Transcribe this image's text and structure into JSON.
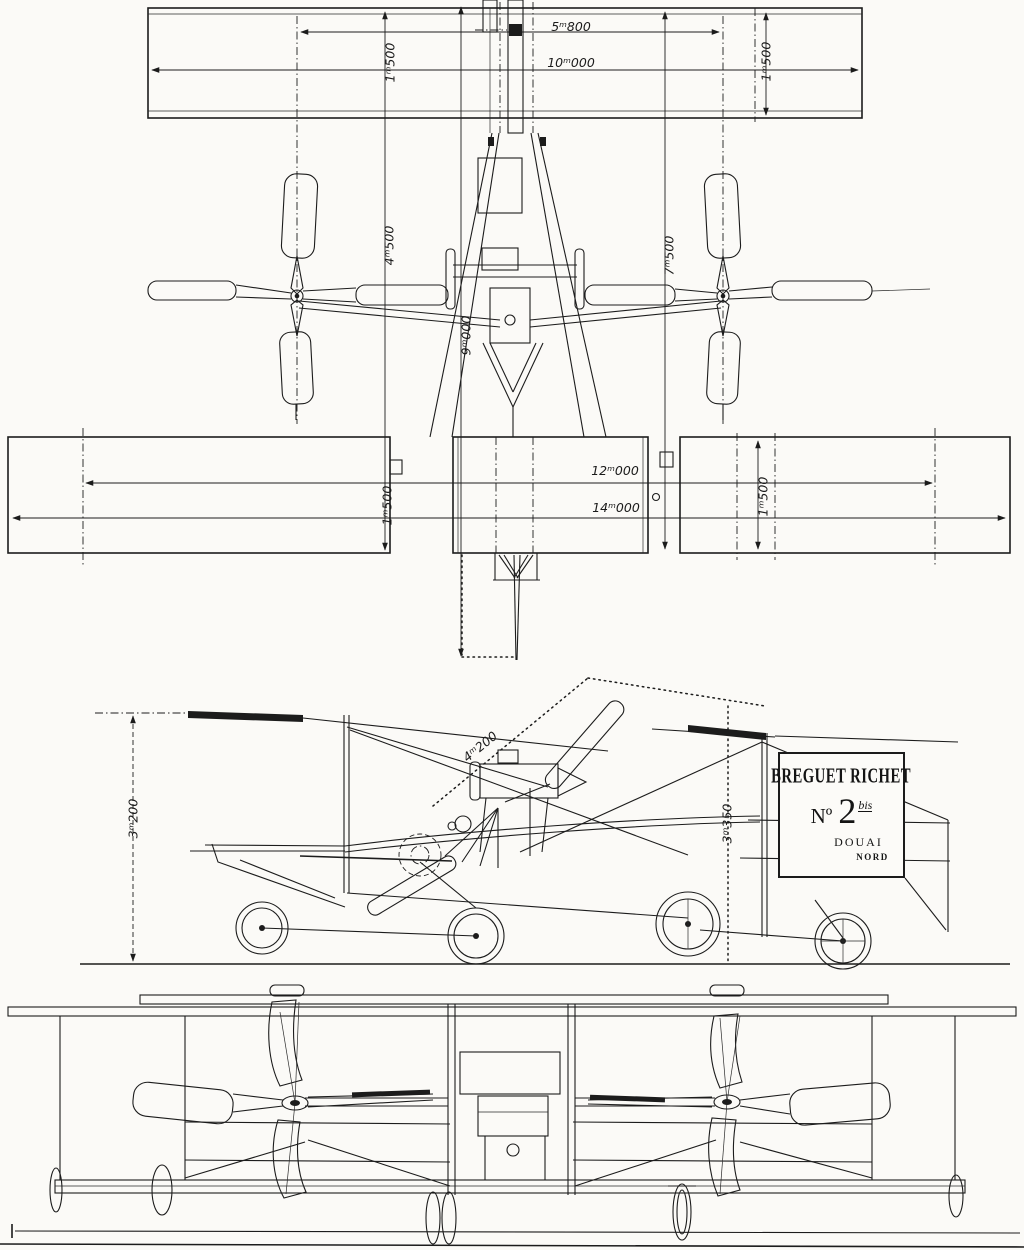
{
  "plate": {
    "brand": "BREGUET RICHET",
    "number_label": "Nº",
    "number": "2",
    "number_suffix": "bis",
    "city": "DOUAI",
    "region": "NORD"
  },
  "dimensions": {
    "top_view": {
      "rotor_spacing": "5ᵐ800",
      "upper_wing_span": "10ᵐ000",
      "upper_wing_chord_left": "1ᵐ500",
      "wing_gap": "4ᵐ500",
      "lower_wing_chord_left": "1ᵐ500",
      "overall_length": "9ᵐ000",
      "wing_distance": "7ᵐ500",
      "upper_wing_chord_right": "1ᵐ500",
      "lower_wing_chord_right": "1ᵐ500",
      "lower_wing_inner_span": "12ᵐ000",
      "lower_wing_span": "14ᵐ000"
    },
    "side_view": {
      "overall_height": "3ᵐ200",
      "rotor_reach": "4ᵐ200",
      "rear_height": "3ᵐ350"
    }
  },
  "ink_color": "#1c1c1c",
  "paper_color": "#fbfaf7"
}
